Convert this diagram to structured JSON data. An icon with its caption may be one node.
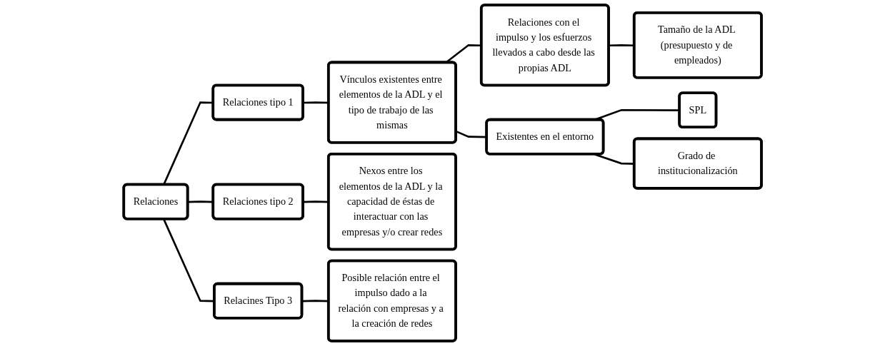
{
  "diagram": {
    "nodes": [
      {
        "text": [
          "Relaciones"
        ]
      },
      {
        "text": [
          "Relaciones tipo 1"
        ]
      },
      {
        "text": [
          "Relaciones tipo 2"
        ]
      },
      {
        "text": [
          "Relacines Tipo 3"
        ]
      },
      {
        "text": [
          "Vínculos existentes entre elementos de la ADL y el tipo de trabajo de las mismas"
        ]
      },
      {
        "text": [
          "Nexos entre los elementos de la ADL y la capacidad de éstas de interactuar con las empresas y/o crear redes"
        ]
      },
      {
        "text": [
          "Posible relación entre el impulso dado a la relación con empresas y a la creación de redes"
        ]
      },
      {
        "text": [
          "Relaciones con el impulso y los esfuerzos llevados a cabo desde las propias ADL"
        ]
      },
      {
        "text": [
          "Existentes en el entorno"
        ]
      },
      {
        "text": [
          "Tamaño de la ADL (presupuesto y de empleados)"
        ]
      },
      {
        "text": [
          "SPL"
        ]
      },
      {
        "text": [
          "Grado de institucionalización"
        ]
      }
    ],
    "edges": [
      {
        "from": 0,
        "to": 1,
        "arrow": "none"
      },
      {
        "from": 0,
        "to": 2,
        "arrow": "none"
      },
      {
        "from": 0,
        "to": 3,
        "arrow": "none"
      },
      {
        "from": 1,
        "to": 4,
        "arrow": "none"
      },
      {
        "from": 2,
        "to": 5,
        "arrow": "none"
      },
      {
        "from": 3,
        "to": 6,
        "arrow": "none"
      },
      {
        "from": 4,
        "to": 7,
        "arrow": "none"
      },
      {
        "from": 4,
        "to": 8,
        "arrow": "none"
      },
      {
        "from": 7,
        "to": 9,
        "arrow": "none"
      },
      {
        "from": 8,
        "to": 10,
        "arrow": "none"
      },
      {
        "from": 8,
        "to": 11,
        "arrow": "none"
      }
    ]
  }
}
